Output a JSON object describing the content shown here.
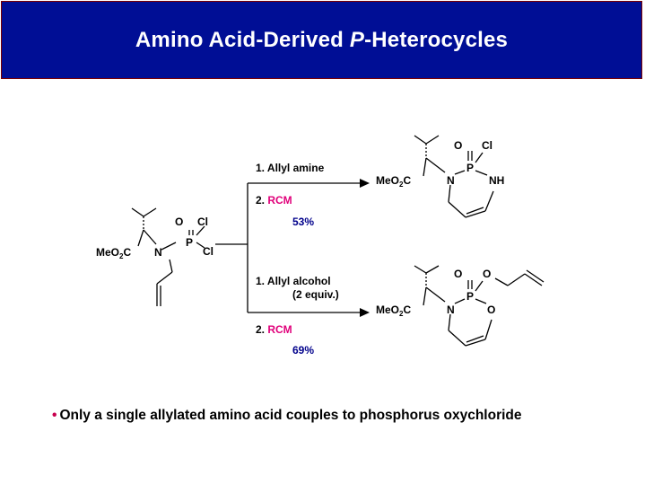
{
  "title": {
    "prefix": "Amino Acid-Derived ",
    "italic": "P",
    "suffix": "-Heterocycles"
  },
  "colors": {
    "title_bg": "#000e95",
    "title_text": "#ffffff",
    "rcm": "#e0007a",
    "yield": "#00008b",
    "bullet": "#c8004e"
  },
  "scheme": {
    "start_material": {
      "ester": "MeO",
      "ester_sub": "2",
      "ester_c": "C",
      "n": "N",
      "p": "P",
      "o": "O",
      "cl1": "Cl",
      "cl2": "Cl"
    },
    "top_reaction": {
      "step1": "1. Allyl amine",
      "step2_prefix": "2. ",
      "step2_rcm": "RCM",
      "yield": "53%"
    },
    "bottom_reaction": {
      "step1": "1. Allyl alcohol",
      "step1_note": "(2 equiv.)",
      "step2_prefix": "2. ",
      "step2_rcm": "RCM",
      "yield": "69%"
    },
    "top_product": {
      "ester": "MeO",
      "ester_sub": "2",
      "ester_c": "C",
      "n": "N",
      "p": "P",
      "o": "O",
      "cl": "Cl",
      "nh": "NH"
    },
    "bottom_product": {
      "ester": "MeO",
      "ester_sub": "2",
      "ester_c": "C",
      "n": "N",
      "p": "P",
      "o_double": "O",
      "o_ring": "O",
      "o_allyl": "O"
    }
  },
  "bullet": {
    "symbol": "•",
    "text": "Only a single allylated amino acid couples to phosphorus oxychloride"
  }
}
